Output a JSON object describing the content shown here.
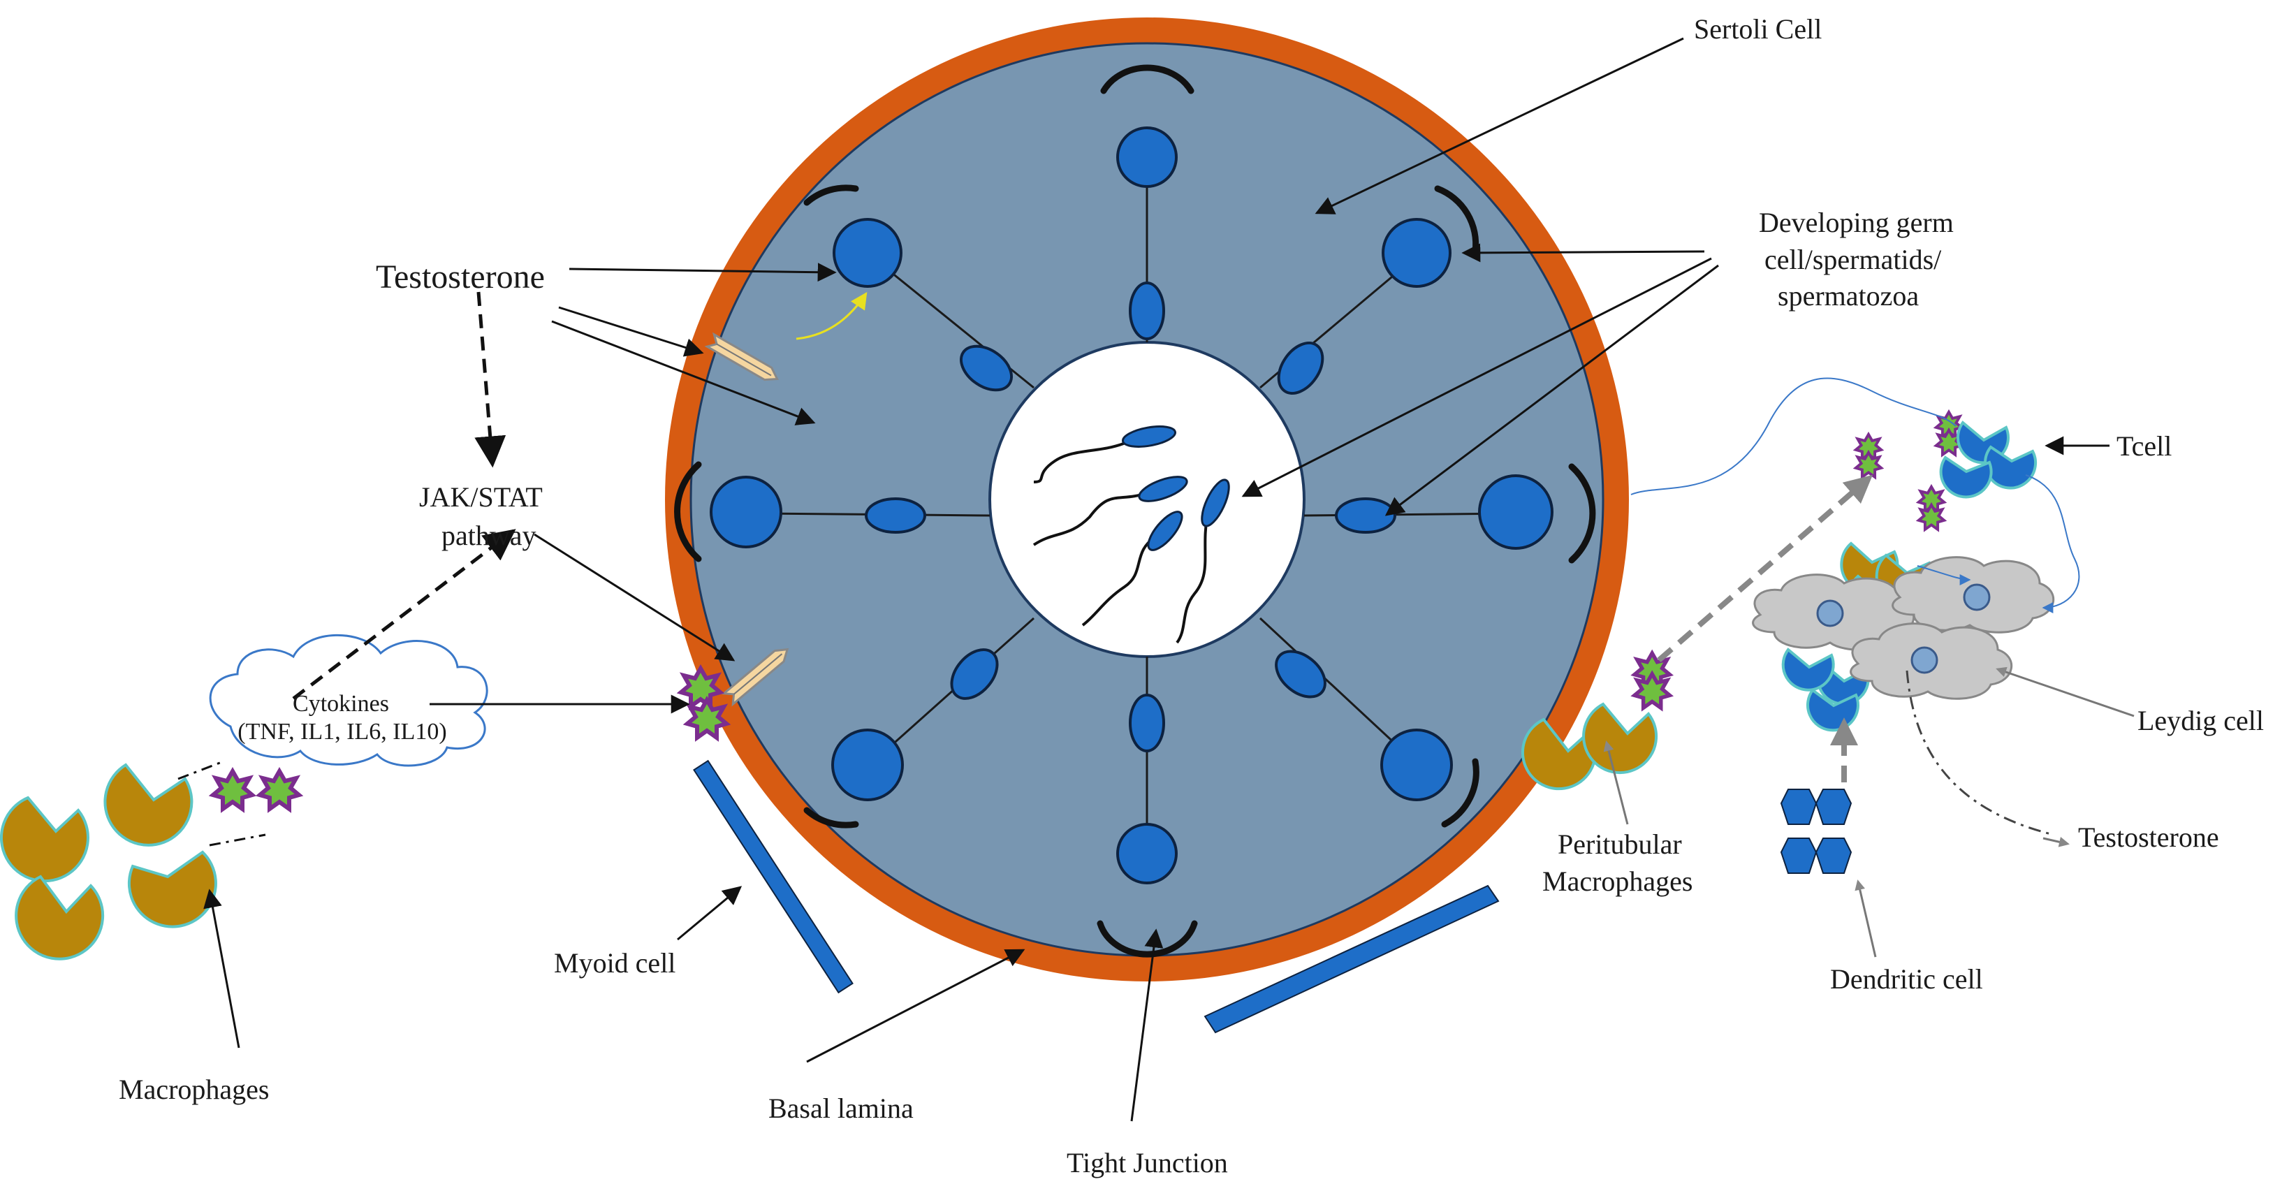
{
  "labels": {
    "sertoli_cell": "Sertoli Cell",
    "developing_germ": [
      "Developing germ",
      "cell/spermatids/",
      "spermatozoa"
    ],
    "testosterone_main": "Testosterone",
    "jak_stat": [
      "JAK/STAT",
      "pathway"
    ],
    "cytokines": [
      "Cytokines",
      "(TNF, IL1, IL6, IL10)"
    ],
    "tcell": "Tcell",
    "leydig_cell": "Leydig cell",
    "testosterone_right": "Testosterone",
    "peritubular": [
      "Peritubular",
      "Macrophages"
    ],
    "dendritic_cell": "Dendritic cell",
    "myoid_cell": "Myoid cell",
    "macrophages": "Macrophages",
    "basal_lamina": "Basal lamina",
    "tight_junction": "Tight Junction"
  },
  "colors": {
    "sertoli_fill": "#7896b1",
    "basal_lamina": "#d75b12",
    "nucleus": "#1e6ec8",
    "macrophage": "#b8860b",
    "cytokine_outer": "#7b2d8e",
    "cytokine_inner": "#6fbf3f",
    "leydig": "#c8c8c8",
    "testosterone_capsule": "#f5d6a0"
  }
}
